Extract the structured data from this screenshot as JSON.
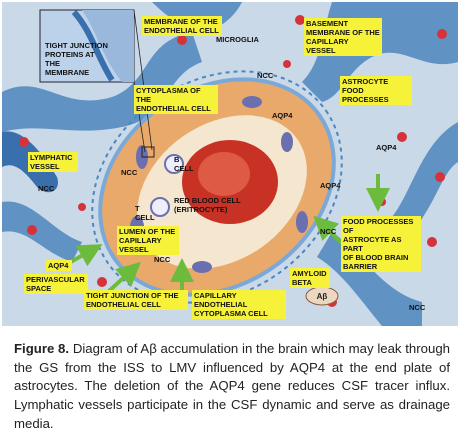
{
  "labels": {
    "tight_junction_membrane": "TIGHT JUNCTION\nPROTEINS AT THE\nMEMBRANE",
    "endothelial_membrane": "MEMBRANE OF THE\nENDOTHELIAL CELL",
    "microglia": "MICROGLIA",
    "basement_membrane": "BASEMENT\nMEMBRANE OF THE\nCAPILLARY VESSEL",
    "cytoplasma_endothelial": "CYTOPLASMA OF THE\nENDOTHELIAL CELL",
    "ncc_1": "NCC",
    "ncc_2": "NCC",
    "ncc_3": "NCC",
    "ncc_4": "NCC",
    "ncc_5": "NCC",
    "ncc_6": "NCC",
    "aqp4_1": "AQP4",
    "aqp4_2": "AQP4",
    "aqp4_3": "AQP4",
    "aqp4_4": "AQP4",
    "astrocyte_food": "ASTROCYTE FOOD\nPROCESSES",
    "lymphatic_vessel": "LYMPHATIC\nVESSEL",
    "b_cell": "B CELL",
    "t_cell": "T CELL",
    "red_blood_cell": "RED BLOOD CELL\n(ERITROCYTE)",
    "lumen": "LUMEN OF THE\nCAPILLARY\nVESSEL",
    "food_processes_bbb": "FOOD PROCESSES OF\nASTROCYTE AS PART\nOF BLOOD BRAIN\nBARRIER",
    "perivascular": "PERIVASCULAR\nSPACE",
    "tight_junction_endo": "TIGHT JUNCTION OF THE\nENDOTHELIAL CELL",
    "capillary_cytoplasma": "CAPILLARY ENDOTHELIAL\nCYTOPLASMA CELL",
    "amyloid_beta": "AMYLOID\nBETA",
    "abeta_symbol": "Aβ"
  },
  "caption": {
    "figure_label": "Figure 8.",
    "text": " Diagram of Aβ accumulation in the brain which may leak through the GS from the ISS to LMV influenced by AQP4 at the end plate of astrocytes. The deletion of the AQP4 gene reduces CSF tracer influx. Lymphatic vessels participate in the CSF dynamic and serve as drainage media."
  },
  "colors": {
    "background_tissue": "#c9d9e8",
    "astrocyte": "#4e86bd",
    "endothelial": "#e9a96a",
    "lumen": "#f5e6cf",
    "red_blood_cell": "#c83225",
    "label_fill": "#f6f23a",
    "arrow_green": "#6dbb3c",
    "microglia_red": "#d6323a"
  }
}
